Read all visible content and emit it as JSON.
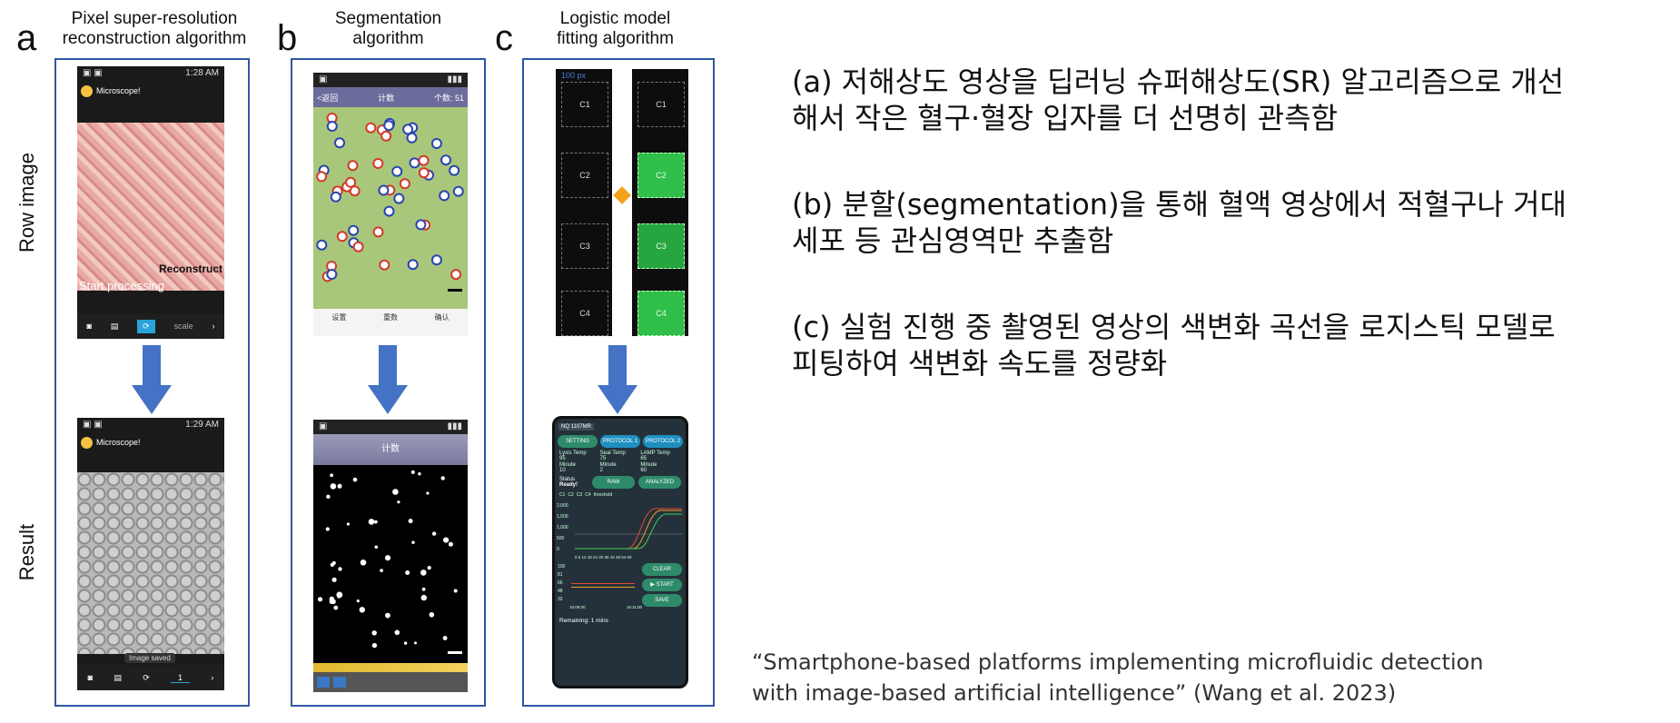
{
  "figure": {
    "panels": [
      {
        "letter": "a",
        "title_line1": "Pixel super-resolution",
        "title_line2": "reconstruction algorithm"
      },
      {
        "letter": "b",
        "title_line1": "Segmentation",
        "title_line2": "algorithm"
      },
      {
        "letter": "c",
        "title_line1": "Logistic model",
        "title_line2": "fitting algorithm"
      }
    ],
    "row_labels": {
      "top": "Row image",
      "bottom": "Result"
    },
    "phone_a_top": {
      "status_time": "1:28 AM",
      "app_name": "Microscope!",
      "reconstruct": "Reconstruct",
      "start_processing": "Start processing",
      "scale_label": "scale"
    },
    "phone_a_bottom": {
      "status_time": "1:29 AM",
      "app_name": "Microscope!",
      "toast": "Image saved",
      "field_value": "1"
    },
    "phone_b_top": {
      "back": "<返回",
      "title": "计数",
      "count": "个数: 51",
      "tab1": "设置",
      "tab2": "重数",
      "tab3": "确认"
    },
    "phone_b_bottom": {
      "title": "计数"
    },
    "phone_c_top": {
      "px_label": "100 px",
      "cells": [
        "C1",
        "C2",
        "C3",
        "C4"
      ]
    },
    "phone_c_bottom": {
      "device": "NQ 1107MR",
      "tabs": [
        "SETTING",
        "PROTOCOL 1",
        "PROTOCOL 2"
      ],
      "params": [
        {
          "label": "Lysis Temp",
          "value": "95"
        },
        {
          "label": "Seal Temp",
          "value": "75"
        },
        {
          "label": "LAMP Temp",
          "value": "65"
        },
        {
          "label": "Minute",
          "value": "10"
        },
        {
          "label": "Minute",
          "value": "2"
        },
        {
          "label": "Minute",
          "value": "60"
        }
      ],
      "status_label": "Status",
      "status_value": "Ready!",
      "btn_raw": "RAW",
      "btn_analyzed": "ANALYZED",
      "legend": [
        "C1",
        "C2",
        "C3",
        "C4",
        "threshold"
      ],
      "y_ticks": [
        "2,000",
        "1,500",
        "1,000",
        "500",
        "0"
      ],
      "x_ticks": "0 6 12 18 24 30 36 42 48 54 60",
      "y2_ticks": [
        "100",
        "81",
        "66",
        "48",
        "32"
      ],
      "x2_ticks": [
        "16:08:00",
        "16:11:00"
      ],
      "btn_clear": "CLEAR",
      "btn_start": "▶ START",
      "btn_save": "SAVE",
      "remaining": "Remaining: 1 mins"
    }
  },
  "descriptions": [
    {
      "line1": "(a) 저해상도 영상을 딥러닝 슈퍼해상도(SR) 알고리즘으로 개선",
      "line2": "해서 작은 혈구·혈장 입자를 더 선명히 관측함"
    },
    {
      "line1": "(b) 분할(segmentation)을 통해 혈액 영상에서 적혈구나 거대",
      "line2": "세포 등 관심영역만 추출함"
    },
    {
      "line1": "(c) 실험 진행 중 촬영된 영상의 색변화 곡선을 로지스틱 모델로",
      "line2": "피팅하여 색변화 속도를 정량화"
    }
  ],
  "citation": {
    "line1": "“Smartphone-based platforms implementing microfluidic detection",
    "line2": "with image-based artificial intelligence” (Wang et al. 2023)"
  },
  "colors": {
    "frame": "#2f57a6",
    "arrow": "#4472c4",
    "green": "#2fbf4a"
  }
}
